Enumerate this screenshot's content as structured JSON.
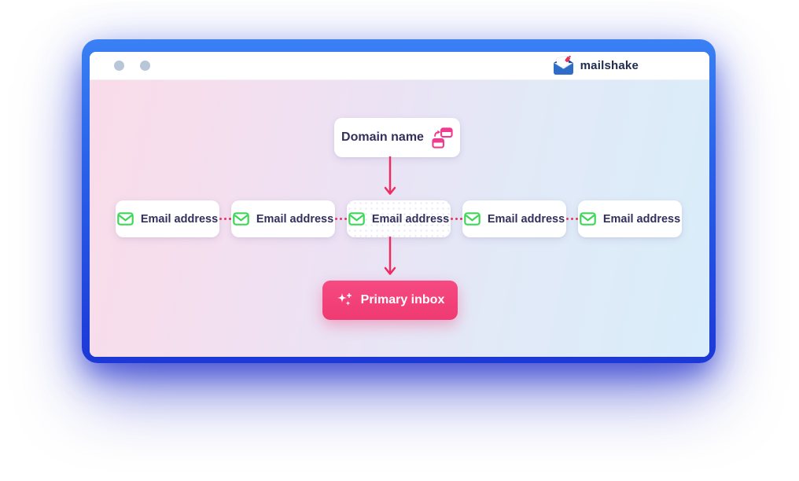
{
  "header": {
    "brand": "mailshake",
    "titlebar_dot_count": 2
  },
  "diagram": {
    "domain": {
      "label": "Domain name",
      "icon": "domain-windows-icon"
    },
    "emails": [
      {
        "label": "Email address",
        "icon": "envelope-icon"
      },
      {
        "label": "Email address",
        "icon": "envelope-icon"
      },
      {
        "label": "Email address",
        "icon": "envelope-icon"
      },
      {
        "label": "Email address",
        "icon": "envelope-icon"
      },
      {
        "label": "Email address",
        "icon": "envelope-icon"
      }
    ],
    "primary_inbox": {
      "label": "Primary inbox",
      "icon": "sparkles-icon"
    }
  },
  "colors": {
    "frame_blue_top": "#3a80f4",
    "frame_blue_bottom": "#1c38d6",
    "button_pink": "#f43e78",
    "arrow_pink": "#ee2c5f",
    "connector_dot_pink": "#e93a67",
    "domain_icon_pink": "#ee3d8f",
    "envelope_green": "#3ed659",
    "text_navy": "#33305d",
    "titlebar_dot_gray": "#b9c6da",
    "gradient_left_pink": "#f9dce9",
    "gradient_right_blue": "#d9edfa"
  }
}
